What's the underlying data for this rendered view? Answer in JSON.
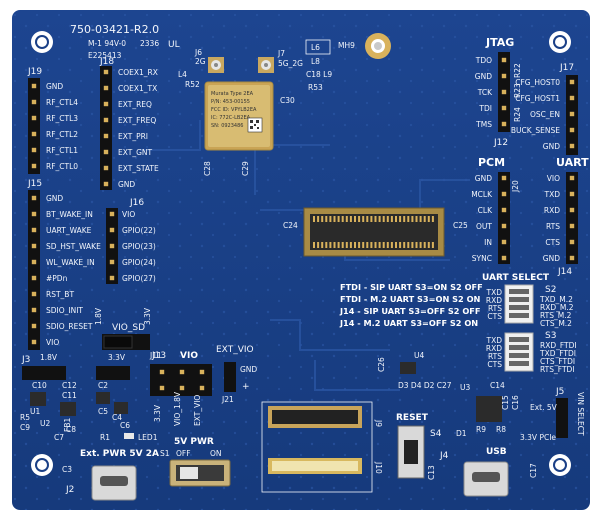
{
  "board": {
    "part_number": "750-03421-R2.0",
    "cert_line": "M-1 94V-0",
    "date_code": "2336",
    "ul_mark": "UL",
    "serial": "E225413",
    "colors": {
      "pcb": "#1a3f86",
      "pcb_dark": "#132f66",
      "silk": "#f2f5fb",
      "gold": "#d9b25c"
    }
  },
  "module": {
    "lines": [
      "Murata Type 2EA",
      "P/N: 453-00155",
      "FCC ID: VPYLB2EA",
      "IC: 772C-LB2EA",
      "SN: 0923486"
    ]
  },
  "top_labels": {
    "j6": "J6",
    "j6_sub": "2G",
    "j7": "J7",
    "j7_sub": "5G_2G",
    "mh9": "MH9",
    "l4": "L4",
    "r52": "R52",
    "l6": "L6",
    "l8": "L8",
    "c18_l9": "C18 L9",
    "r53": "R53",
    "c30": "C30",
    "c28": "C28",
    "c29": "C29"
  },
  "j19": {
    "label": "J19",
    "pins": [
      "GND",
      "RF_CTL4",
      "RF_CTL3",
      "RF_CTL2",
      "RF_CTL1",
      "RF_CTL0"
    ]
  },
  "j18": {
    "label": "J18",
    "pins": [
      "COEX1_RX",
      "COEX1_TX",
      "EXT_REQ",
      "EXT_FREQ",
      "EXT_PRI",
      "EXT_GNT",
      "EXT_STATE",
      "GND"
    ]
  },
  "j15": {
    "label": "J15",
    "pins": [
      "GND",
      "BT_WAKE_IN",
      "UART_WAKE",
      "SD_HST_WAKE",
      "WL_WAKE_IN",
      "#PDn",
      "RST_BT",
      "SDIO_INIT",
      "SDIO_RESET",
      "VIO"
    ]
  },
  "j16": {
    "label": "J16",
    "pins": [
      "VIO",
      "GPIO(22)",
      "GPIO(23)",
      "GPIO(24)",
      "GPIO(27)"
    ]
  },
  "jtag": {
    "label": "JTAG",
    "pins": [
      "TDO",
      "GND",
      "TCK",
      "TDI",
      "TMS"
    ],
    "res": [
      "R22",
      "R23",
      "R24"
    ],
    "j12": "J12"
  },
  "j17": {
    "label": "J17",
    "pins": [
      "CFG_HOST0",
      "CFG_HOST1",
      "OSC_EN",
      "BUCK_SENSE",
      "GND"
    ]
  },
  "pcm": {
    "label": "PCM",
    "connector": "J20",
    "pins": [
      "GND",
      "MCLK",
      "CLK",
      "OUT",
      "IN",
      "SYNC"
    ]
  },
  "uart": {
    "label": "UART",
    "connector": "J14",
    "pins": [
      "VIO",
      "TXD",
      "RXD",
      "RTS",
      "CTS",
      "GND"
    ]
  },
  "uart_select": {
    "title": "UART SELECT",
    "s2": {
      "label": "S2",
      "left": [
        "TXD",
        "RXD",
        "RTS",
        "CTS"
      ],
      "right": [
        "TXD_M.2",
        "RXD_M.2",
        "RTS_M.2",
        "CTS_M.2"
      ]
    },
    "s3": {
      "label": "S3",
      "left": [
        "TXD",
        "RXD",
        "RTS",
        "CTS"
      ],
      "right": [
        "RXD_FTDI",
        "TXD_FTDI",
        "CTS_FTDI",
        "RTS_FTDI"
      ]
    }
  },
  "notes": [
    "FTDI - SIP UART S3=ON S2 OFF",
    "FTDI - M.2 UART S3=ON S2 ON",
    "J14 - SIP UART S3=OFF S2 OFF",
    "J14 - M.2 UART S3=OFF S2 ON"
  ],
  "center": {
    "c24": "C24",
    "c25": "C25",
    "j9": "J9",
    "j10": "J10"
  },
  "vio_sd": {
    "label": "VIO_SD",
    "v18": "1.8V",
    "v33": "3.3V",
    "j11": "J11"
  },
  "j3": {
    "label": "J3",
    "v18": "1.8V",
    "v33": "3.3V"
  },
  "vio": {
    "j13": "J13",
    "label": "VIO",
    "ext": "EXT_VIO",
    "gnd": "GND",
    "plus": "+",
    "j21": "J21",
    "opts": [
      "3.3V",
      "VIO_1.8V",
      "EXT_VIO"
    ]
  },
  "power": {
    "ext_pwr": "Ext. PWR 5V 2A",
    "j2": "J2",
    "c3": "C3",
    "pwr_5v": "5V PWR",
    "s1": "S1",
    "off": "OFF",
    "on": "ON",
    "led1": "LED1",
    "r1": "R1",
    "c7": "C7",
    "fb1": "FB1"
  },
  "reset": {
    "label": "RESET",
    "s4": "S4",
    "c26": "C26",
    "u4": "U4",
    "d_labels": "D3 D4 D2 C27"
  },
  "usb": {
    "label": "USB",
    "j4": "J4",
    "c13": "C13",
    "c17": "C17",
    "u3": "U3",
    "c14": "C14",
    "r8": "R8",
    "r9": "R9",
    "d1": "D1",
    "c15": "C15",
    "c16": "C16"
  },
  "j5": {
    "label": "J5",
    "ext5v": "Ext. 5V",
    "v33pck": "3.3V PCIe",
    "vin_sel": "VIN SELECT"
  },
  "left_small": {
    "u1": "U1",
    "u2": "U2",
    "c10": "C10",
    "c12": "C12",
    "c11": "C11",
    "r5": "R5",
    "c9": "C9",
    "c2": "C2",
    "c5": "C5",
    "c4": "C4",
    "c6": "C6",
    "c8": "C8"
  }
}
